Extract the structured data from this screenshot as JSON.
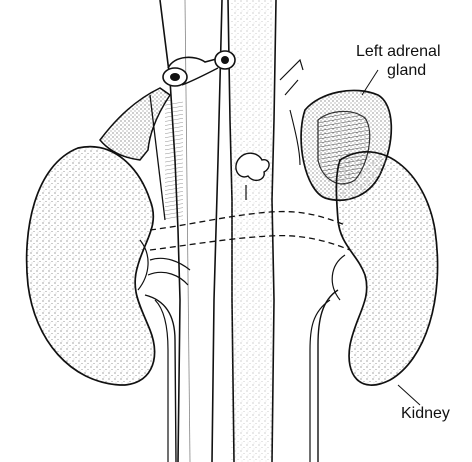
{
  "labels": {
    "adrenal_line1": "Left adrenal",
    "adrenal_line2": "gland",
    "kidney": "Kidney"
  },
  "colors": {
    "ink": "#111111",
    "stipple": "#666666",
    "background": "#ffffff"
  }
}
